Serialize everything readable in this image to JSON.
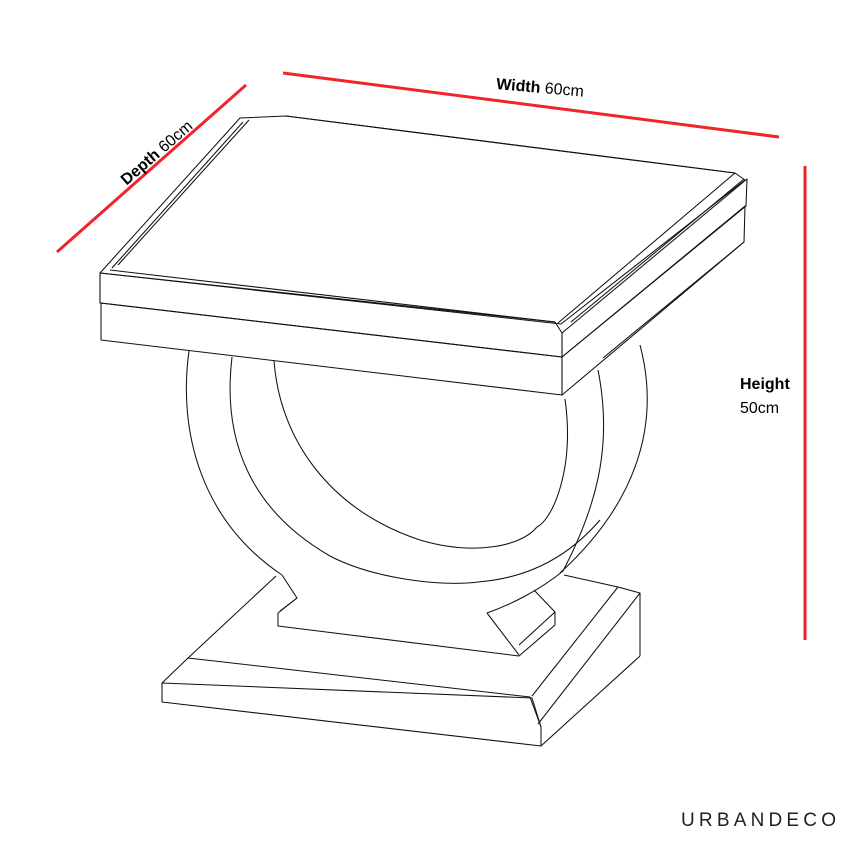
{
  "dimensions": {
    "width": {
      "name": "Width",
      "value": "60cm"
    },
    "depth": {
      "name": "Depth",
      "value": "60cm"
    },
    "height": {
      "name": "Height",
      "value": "50cm"
    }
  },
  "brand": {
    "name": "URBANDECO"
  },
  "colors": {
    "dimension_line": "#f2242a",
    "line_art": "#111111",
    "background": "#ffffff"
  }
}
